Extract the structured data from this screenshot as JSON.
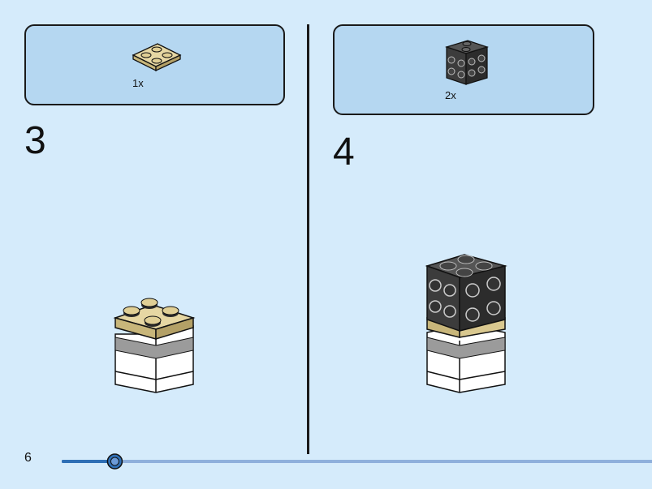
{
  "page": {
    "number": "6"
  },
  "steps": [
    {
      "number": "3",
      "parts": [
        {
          "quantity": "1x",
          "part": "tan-2x2-plate"
        }
      ]
    },
    {
      "number": "4",
      "parts": [
        {
          "quantity": "2x",
          "part": "black-brick-with-side-studs"
        }
      ]
    }
  ],
  "progress": {
    "fraction": 0.09
  },
  "colors": {
    "background": "#d5ebfb",
    "parts_box": "#b5d7f1",
    "tan": "#d9c88f",
    "black_brick": "#3c3c3c",
    "white_brick": "#ffffff",
    "progress_bar": "#2f6fb5"
  }
}
